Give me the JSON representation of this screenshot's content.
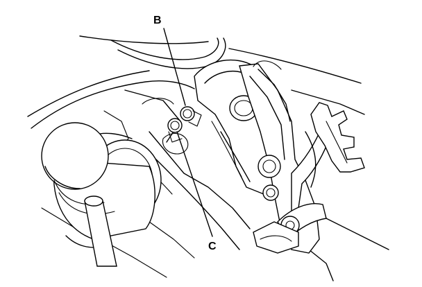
{
  "callouts": [
    {
      "id": "b",
      "label": "B"
    },
    {
      "id": "c",
      "label": "C"
    }
  ],
  "colors": {
    "line": "#000000",
    "background": "#ffffff"
  }
}
